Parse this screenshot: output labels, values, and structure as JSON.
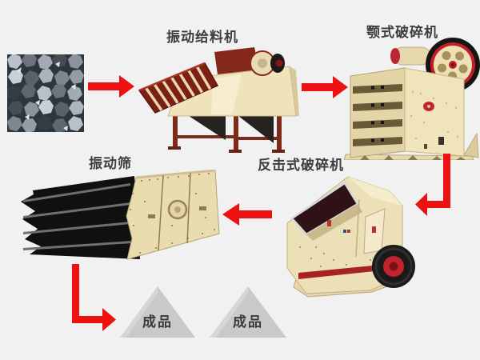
{
  "diagram": {
    "background_color": "#f1f1f2",
    "arrow_color": "#ee1111",
    "machine_body_color": "#eee2ba",
    "stations": {
      "feeder": {
        "label": "振动给料机"
      },
      "jaw_crusher": {
        "label": "颚式破碎机"
      },
      "impact_crusher": {
        "label": "反击式破碎机"
      },
      "vibrating_screen": {
        "label": "振动筛"
      }
    },
    "products": [
      {
        "label": "成品"
      },
      {
        "label": "成品"
      }
    ],
    "flow": [
      {
        "from": "raw_material",
        "to": "feeder",
        "direction": "right"
      },
      {
        "from": "feeder",
        "to": "jaw_crusher",
        "direction": "right"
      },
      {
        "from": "jaw_crusher",
        "to": "impact_crusher",
        "direction": "down-left"
      },
      {
        "from": "impact_crusher",
        "to": "vibrating_screen",
        "direction": "left"
      },
      {
        "from": "vibrating_screen",
        "to": "products",
        "direction": "down-right"
      }
    ]
  }
}
